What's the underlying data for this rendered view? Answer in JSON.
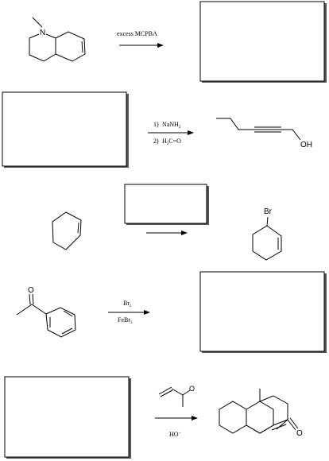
{
  "reactions": [
    {
      "reagent_above": "excess MCPBA",
      "reagent_below": "",
      "atoms": [
        "N"
      ]
    },
    {
      "reagent_step1_num": "1)",
      "reagent_step1": "NaNH",
      "reagent_step1_sub": "2",
      "reagent_step2_num": "2)",
      "reagent_step2_a": "H",
      "reagent_step2_sub": "2",
      "reagent_step2_b": "C=O",
      "atoms": [
        "OH"
      ]
    },
    {
      "atoms": [
        "Br"
      ]
    },
    {
      "reagent_above": "Br",
      "reagent_above_sub": "2",
      "reagent_below": "FeBr",
      "reagent_below_sub": "3",
      "atoms": [
        "O"
      ]
    },
    {
      "reagent_below": "HO",
      "reagent_below_sup": "−",
      "atoms": [
        "O",
        "O"
      ]
    }
  ]
}
